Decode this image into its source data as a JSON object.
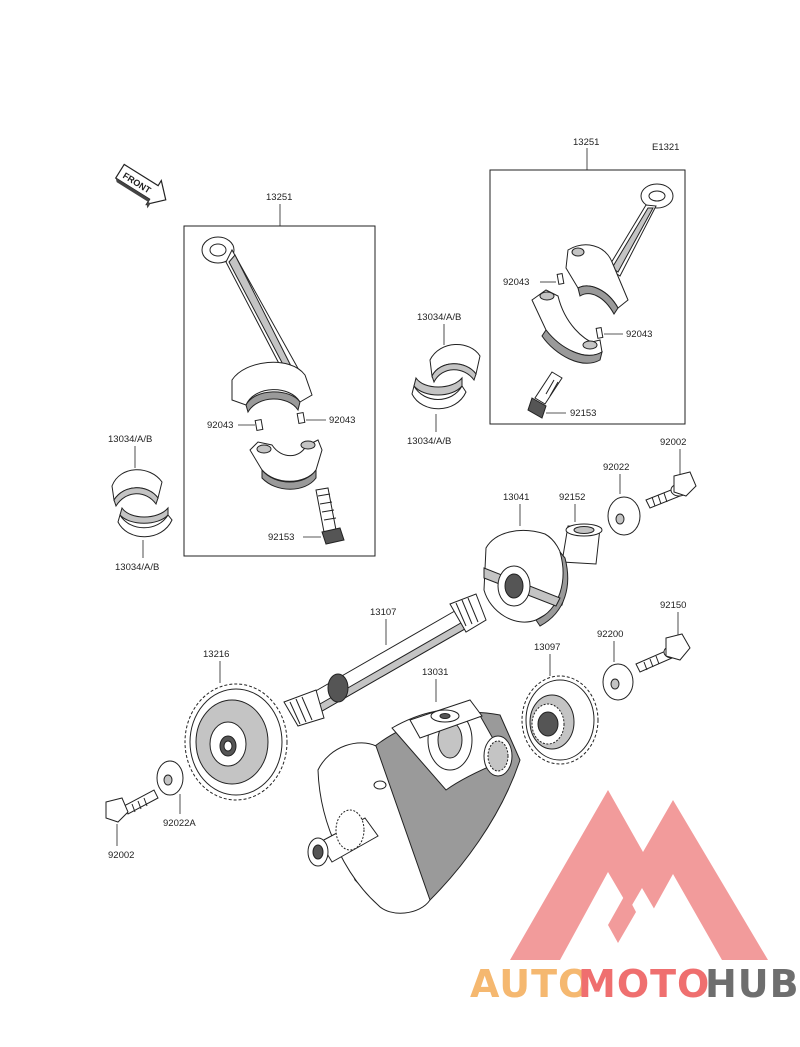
{
  "diagram_code": "E1321",
  "front_label": "FRONT",
  "labels": {
    "conrod_left": "13251",
    "conrod_right": "13251",
    "pin_left_a": "92043",
    "pin_left_b": "92043",
    "pin_right_a": "92043",
    "pin_right_b": "92043",
    "bolt_left": "92153",
    "bolt_right": "92153",
    "bearing_left_top": "13034/A/B",
    "bearing_left_bottom": "13034/A/B",
    "bearing_mid_top": "13034/A/B",
    "bearing_mid_bottom": "13034/A/B",
    "bolt_top_right": "92002",
    "washer_top_right": "92022",
    "collar": "92152",
    "gear_13041": "13041",
    "shaft": "13107",
    "gear_13216": "13216",
    "crankshaft": "13031",
    "gear_13097": "13097",
    "washer_92200": "92200",
    "bolt_92150": "92150",
    "bolt_bottom_left": "92002",
    "washer_bottom_left": "92022A"
  },
  "watermark": {
    "text_part1": "AUTO",
    "text_part2": "MOTO",
    "text_part3": "HUB",
    "color_orange": "#f5b870",
    "color_red": "#ef6f6f",
    "color_gray": "#6e6e6e"
  }
}
